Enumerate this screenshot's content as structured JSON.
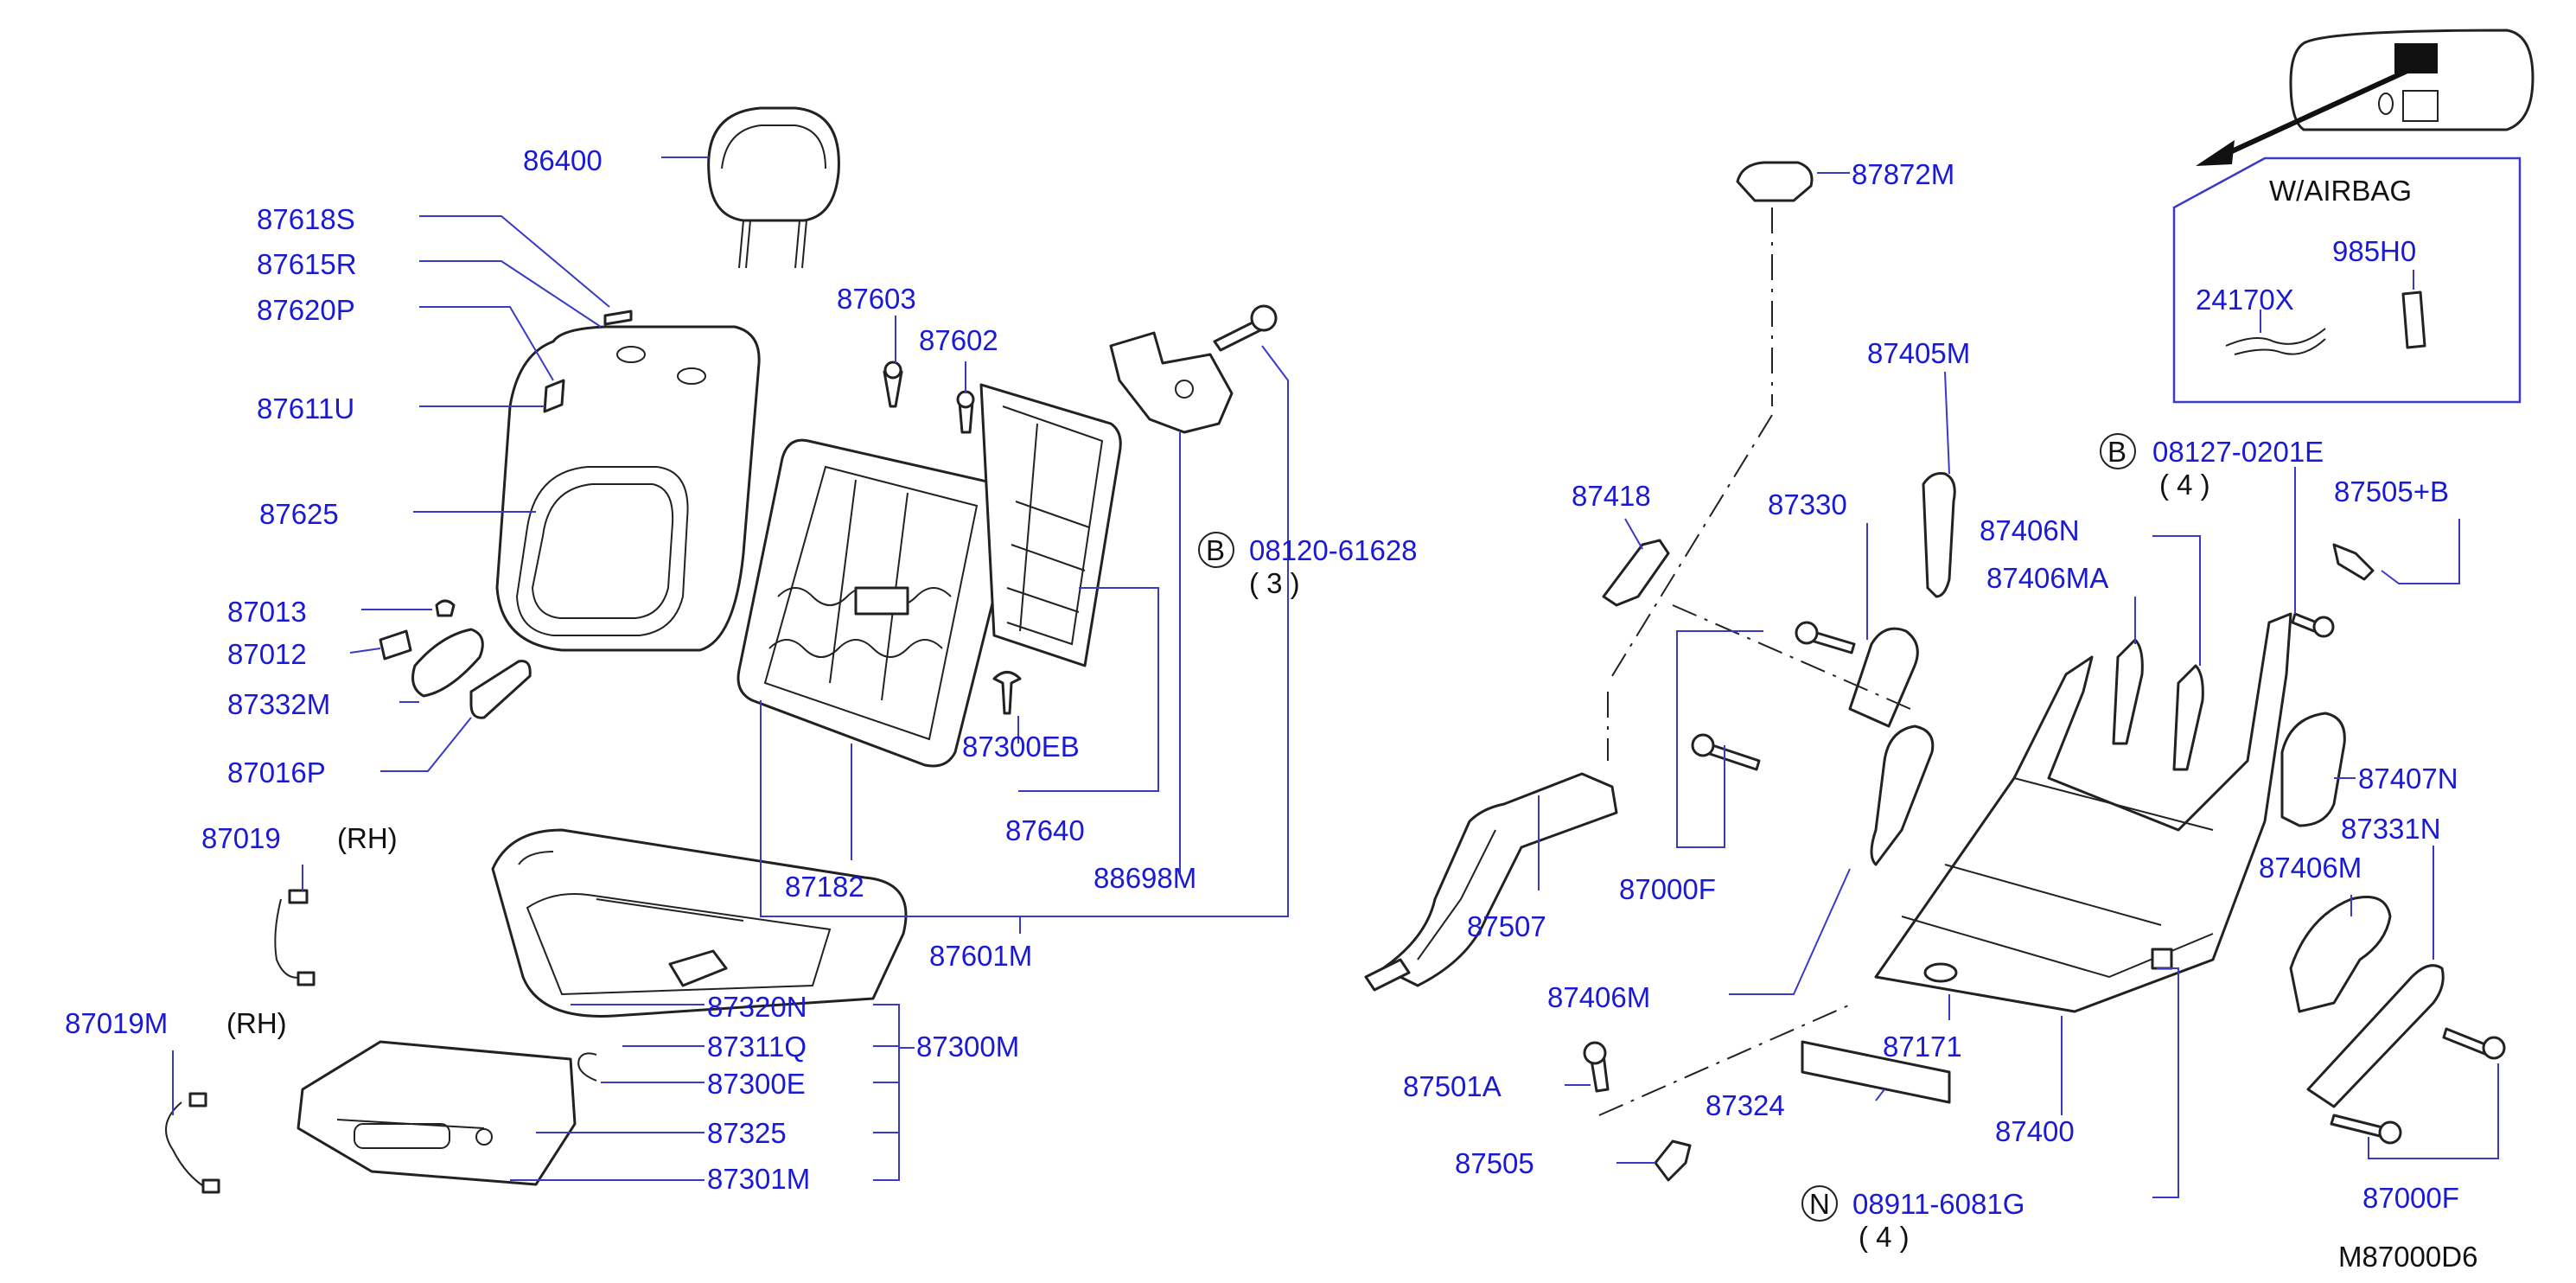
{
  "diagram_id": "M87000D6",
  "inset": {
    "title": "W/AIRBAG",
    "parts": [
      "985H0",
      "24170X"
    ]
  },
  "side_labels": {
    "rh_1": "(RH)",
    "rh_2": "(RH)"
  },
  "fasteners": [
    {
      "prefix": "B",
      "number": "08120-61628",
      "qty": "( 3 )"
    },
    {
      "prefix": "B",
      "number": "08127-0201E",
      "qty": "( 4 )"
    },
    {
      "prefix": "N",
      "number": "08911-6081G",
      "qty": "( 4 )"
    }
  ],
  "parts": [
    "86400",
    "87618S",
    "87615R",
    "87620P",
    "87611U",
    "87625",
    "87013",
    "87012",
    "87332M",
    "87016P",
    "87019",
    "87019M",
    "87603",
    "87602",
    "87300EB",
    "87640",
    "87182",
    "88698M",
    "87601M",
    "87320N",
    "87311Q",
    "87300E",
    "87325",
    "87301M",
    "87300M",
    "87872M",
    "87405M",
    "87418",
    "87330",
    "87000F",
    "87507",
    "87406M",
    "87501A",
    "87505",
    "87324",
    "87171",
    "87400",
    "87406N",
    "87406MA",
    "87505+B",
    "87407N",
    "87331N",
    "87406M",
    "87000F"
  ]
}
